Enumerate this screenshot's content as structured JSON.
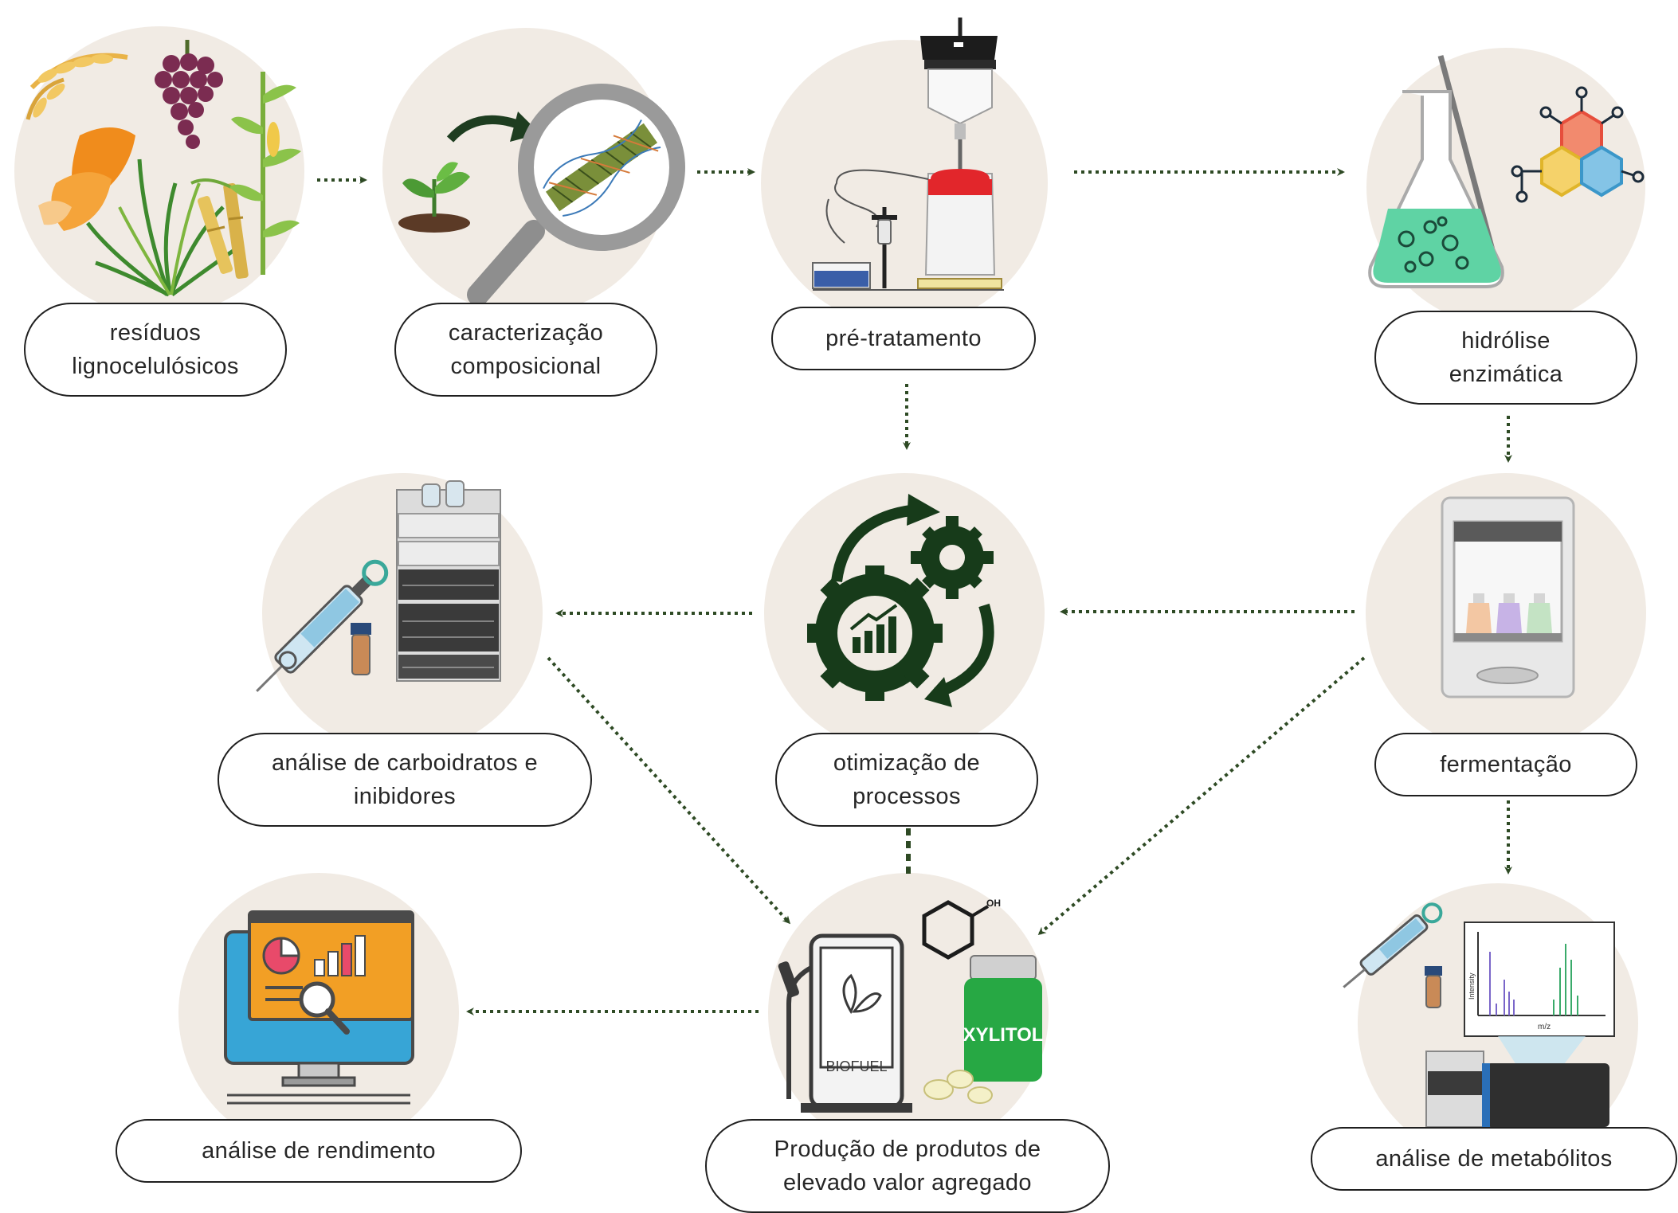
{
  "colors": {
    "circle_bg": "#f1ebe4",
    "arrow": "#2e4a24",
    "gear": "#173b1a",
    "label_border": "#1f1f1f",
    "liquid_green": "#5fd3a4",
    "xylitol_green": "#27a844",
    "cap_red": "#e0242b",
    "monitor_blue": "#37a5d6",
    "report_orange": "#f29f25"
  },
  "nodes": {
    "residuos": {
      "line1": "resíduos",
      "line2": "lignocelulósicos",
      "icon": "plant-residues-icon"
    },
    "caracterizacao": {
      "line1": "caracterização",
      "line2": "composicional",
      "icon": "magnifier-fiber-icon"
    },
    "pretratamento": {
      "line1": "pré-tratamento",
      "icon": "reactor-apparatus-icon"
    },
    "hidrolise": {
      "line1": "hidrólise",
      "line2": "enzimática",
      "icon": "flask-molecule-icon"
    },
    "fermentacao": {
      "line1": "fermentação",
      "icon": "incubator-shaker-icon"
    },
    "otimizacao": {
      "line1": "otimização de",
      "line2": "processos",
      "icon": "gears-chart-icon"
    },
    "carboidratos": {
      "line1": "análise de carboidratos e",
      "line2": "inibidores",
      "icon": "hplc-syringe-icon"
    },
    "producao": {
      "line1": "Produção de produtos de",
      "line2": "elevado valor agregado",
      "icon": "biofuel-xylitol-icon"
    },
    "rendimento": {
      "line1": "análise de rendimento",
      "icon": "monitor-report-icon"
    },
    "metabolitos": {
      "line1": "análise de metabólitos",
      "icon": "mass-spec-icon"
    }
  },
  "graphic_text": {
    "oh": "OH",
    "biofuel": "BIOFUEL",
    "xylitol": "XYLITOL",
    "intensity": "Intensity",
    "mz": "m/z"
  }
}
